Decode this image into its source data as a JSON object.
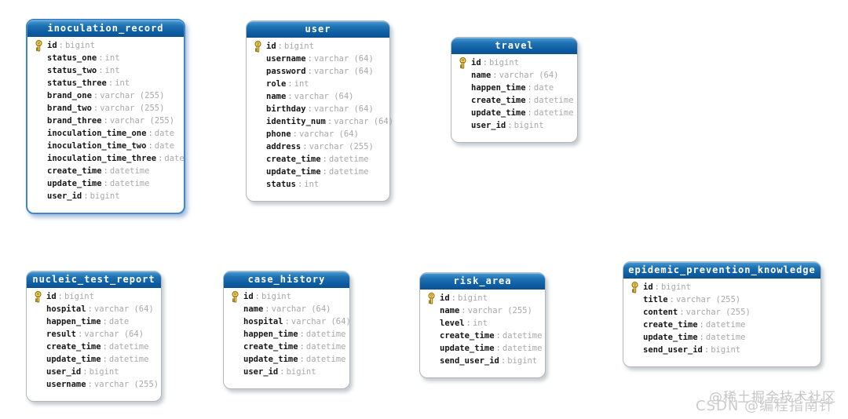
{
  "diagram": {
    "field_separator": ":",
    "colors": {
      "header_top": "#4a9cd6",
      "header_bottom": "#0b5495",
      "selected_border": "#3f87cb",
      "key_fill": "#ffdf4d",
      "field_type_gray": "#a8a8a8"
    },
    "tables": [
      {
        "name": "inoculation_record",
        "selected": true,
        "fields": [
          {
            "name": "id",
            "type": "bigint",
            "key": true
          },
          {
            "name": "status_one",
            "type": "int",
            "key": false
          },
          {
            "name": "status_two",
            "type": "int",
            "key": false
          },
          {
            "name": "status_three",
            "type": "int",
            "key": false
          },
          {
            "name": "brand_one",
            "type": "varchar (255)",
            "key": false
          },
          {
            "name": "brand_two",
            "type": "varchar (255)",
            "key": false
          },
          {
            "name": "brand_three",
            "type": "varchar (255)",
            "key": false
          },
          {
            "name": "inoculation_time_one",
            "type": "date",
            "key": false
          },
          {
            "name": "inoculation_time_two",
            "type": "date",
            "key": false
          },
          {
            "name": "inoculation_time_three",
            "type": "date",
            "key": false
          },
          {
            "name": "create_time",
            "type": "datetime",
            "key": false
          },
          {
            "name": "update_time",
            "type": "datetime",
            "key": false
          },
          {
            "name": "user_id",
            "type": "bigint",
            "key": false
          }
        ]
      },
      {
        "name": "user",
        "selected": false,
        "fields": [
          {
            "name": "id",
            "type": "bigint",
            "key": true
          },
          {
            "name": "username",
            "type": "varchar (64)",
            "key": false
          },
          {
            "name": "password",
            "type": "varchar (64)",
            "key": false
          },
          {
            "name": "role",
            "type": "int",
            "key": false
          },
          {
            "name": "name",
            "type": "varchar (64)",
            "key": false
          },
          {
            "name": "birthday",
            "type": "varchar (64)",
            "key": false
          },
          {
            "name": "identity_num",
            "type": "varchar (64)",
            "key": false
          },
          {
            "name": "phone",
            "type": "varchar (64)",
            "key": false
          },
          {
            "name": "address",
            "type": "varchar (255)",
            "key": false
          },
          {
            "name": "create_time",
            "type": "datetime",
            "key": false
          },
          {
            "name": "update_time",
            "type": "datetime",
            "key": false
          },
          {
            "name": "status",
            "type": "int",
            "key": false
          }
        ]
      },
      {
        "name": "travel",
        "selected": false,
        "fields": [
          {
            "name": "id",
            "type": "bigint",
            "key": true
          },
          {
            "name": "name",
            "type": "varchar (64)",
            "key": false
          },
          {
            "name": "happen_time",
            "type": "date",
            "key": false
          },
          {
            "name": "create_time",
            "type": "datetime",
            "key": false
          },
          {
            "name": "update_time",
            "type": "datetime",
            "key": false
          },
          {
            "name": "user_id",
            "type": "bigint",
            "key": false
          }
        ]
      },
      {
        "name": "nucleic_test_report",
        "selected": false,
        "fields": [
          {
            "name": "id",
            "type": "bigint",
            "key": true
          },
          {
            "name": "hospital",
            "type": "varchar (64)",
            "key": false
          },
          {
            "name": "happen_time",
            "type": "date",
            "key": false
          },
          {
            "name": "result",
            "type": "varchar (64)",
            "key": false
          },
          {
            "name": "create_time",
            "type": "datetime",
            "key": false
          },
          {
            "name": "update_time",
            "type": "datetime",
            "key": false
          },
          {
            "name": "user_id",
            "type": "bigint",
            "key": false
          },
          {
            "name": "username",
            "type": "varchar (255)",
            "key": false
          }
        ]
      },
      {
        "name": "case_history",
        "selected": false,
        "fields": [
          {
            "name": "id",
            "type": "bigint",
            "key": true
          },
          {
            "name": "name",
            "type": "varchar (64)",
            "key": false
          },
          {
            "name": "hospital",
            "type": "varchar (64)",
            "key": false
          },
          {
            "name": "happen_time",
            "type": "datetime",
            "key": false
          },
          {
            "name": "create_time",
            "type": "datetime",
            "key": false
          },
          {
            "name": "update_time",
            "type": "datetime",
            "key": false
          },
          {
            "name": "user_id",
            "type": "bigint",
            "key": false
          }
        ]
      },
      {
        "name": "risk_area",
        "selected": false,
        "fields": [
          {
            "name": "id",
            "type": "bigint",
            "key": true
          },
          {
            "name": "name",
            "type": "varchar (255)",
            "key": false
          },
          {
            "name": "level",
            "type": "int",
            "key": false
          },
          {
            "name": "create_time",
            "type": "datetime",
            "key": false
          },
          {
            "name": "update_time",
            "type": "datetime",
            "key": false
          },
          {
            "name": "send_user_id",
            "type": "bigint",
            "key": false
          }
        ]
      },
      {
        "name": "epidemic_prevention_knowledge",
        "selected": false,
        "fields": [
          {
            "name": "id",
            "type": "bigint",
            "key": true
          },
          {
            "name": "title",
            "type": "varchar (255)",
            "key": false
          },
          {
            "name": "content",
            "type": "varchar (255)",
            "key": false
          },
          {
            "name": "create_time",
            "type": "datetime",
            "key": false
          },
          {
            "name": "update_time",
            "type": "datetime",
            "key": false
          },
          {
            "name": "send_user_id",
            "type": "bigint",
            "key": false
          }
        ]
      }
    ]
  },
  "watermarks": {
    "line1": "@稀土掘金技术社区",
    "line2": "CSDN @编程指南针"
  }
}
